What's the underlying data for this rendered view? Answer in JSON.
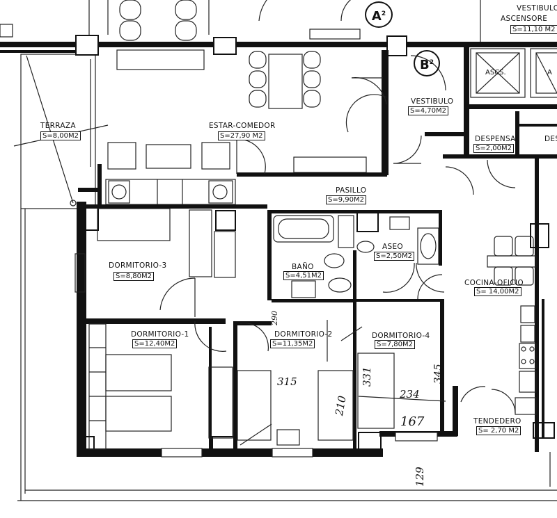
{
  "rooms": {
    "terraza": {
      "name": "TERRAZA",
      "area": "S=8,00M2"
    },
    "estar_comedor": {
      "name": "ESTAR-COMEDOR",
      "area": "S=27,90 M2"
    },
    "vestibulo": {
      "name": "VESTIBULO",
      "area": "S=4,70M2"
    },
    "vestibulo_ascensores": {
      "name_line1": "VESTIBULO",
      "name_line2": "ASCENSORE",
      "area": "S=11,10 M2"
    },
    "despensa": {
      "name": "DESPENSA",
      "area": "S=2,00M2"
    },
    "despensa_partial": {
      "name": "DES"
    },
    "pasillo": {
      "name": "PASILLO",
      "area": "S=9,90M2"
    },
    "dormitorio_3": {
      "name": "DORMITORIO-3",
      "area": "S=8,80M2"
    },
    "bano": {
      "name": "BAÑO",
      "area": "S=4,51M2"
    },
    "aseo": {
      "name": "ASEO",
      "area": "S=2,50M2"
    },
    "cocina_oficio": {
      "name": "COCINA-OFICIO",
      "area": "S= 14,00M2"
    },
    "dormitorio_1": {
      "name": "DORMITORIO-1",
      "area": "S=12,40M2"
    },
    "dormitorio_2": {
      "name": "DORMITORIO-2",
      "area": "S=11,35M2"
    },
    "dormitorio_4": {
      "name": "DORMITORIO-4",
      "area": "S=7,80M2"
    },
    "tendedero": {
      "name": "TENDEDERO",
      "area": "S= 2,70 M2"
    }
  },
  "elevators": {
    "left": "ASCS.",
    "right": "A"
  },
  "marks": {
    "a2": "A",
    "a2_sup": "2",
    "b2": "B",
    "b2_sup": "2"
  },
  "dimensions": {
    "d290": "290",
    "d315": "315",
    "d210": "210",
    "d331": "331",
    "d345": "345",
    "d234": "234",
    "d167": "167",
    "d129": "129"
  }
}
